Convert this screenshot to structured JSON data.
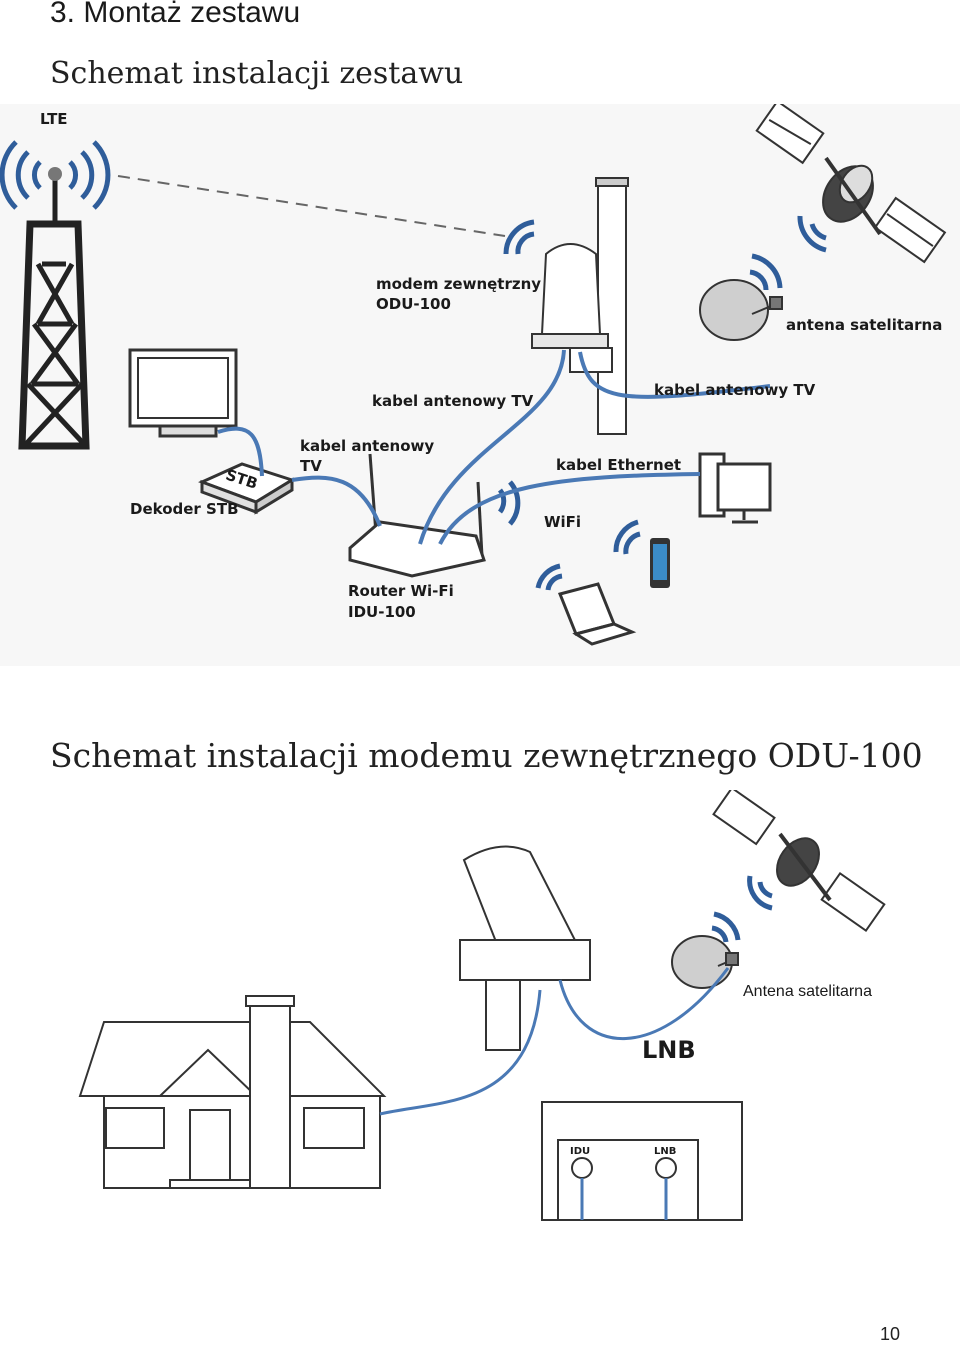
{
  "section_heading": "3. Montaż zestawu",
  "diagram1": {
    "title": "Schemat instalacji zestawu",
    "labels": {
      "lte": "LTE",
      "modem_line1": "modem zewnętrzny",
      "modem_line2": "ODU-100",
      "satellite_antenna": "antena satelitarna",
      "tv_cable_modem": "kabel antenowy TV",
      "tv_cable_satellite": "kabel antenowy TV",
      "tv_cable_stb_line1": "kabel antenowy",
      "tv_cable_stb_line2": "TV",
      "stb_device": "STB",
      "stb_decoder": "Dekoder STB",
      "ethernet_cable": "kabel Ethernet",
      "wifi": "WiFi",
      "router_line1": "Router Wi-Fi",
      "router_line2": "IDU-100"
    }
  },
  "diagram2": {
    "title": "Schemat instalacji modemu zewnętrznego ODU-100",
    "labels": {
      "satellite_antenna": "Antena satelitarna",
      "lnb": "LNB",
      "port_idu": "IDU",
      "port_lnb": "LNB"
    }
  },
  "page_number": "10",
  "colors": {
    "cable": "#4a79b5",
    "wave": "#2f5d9a",
    "outline": "#222222"
  }
}
